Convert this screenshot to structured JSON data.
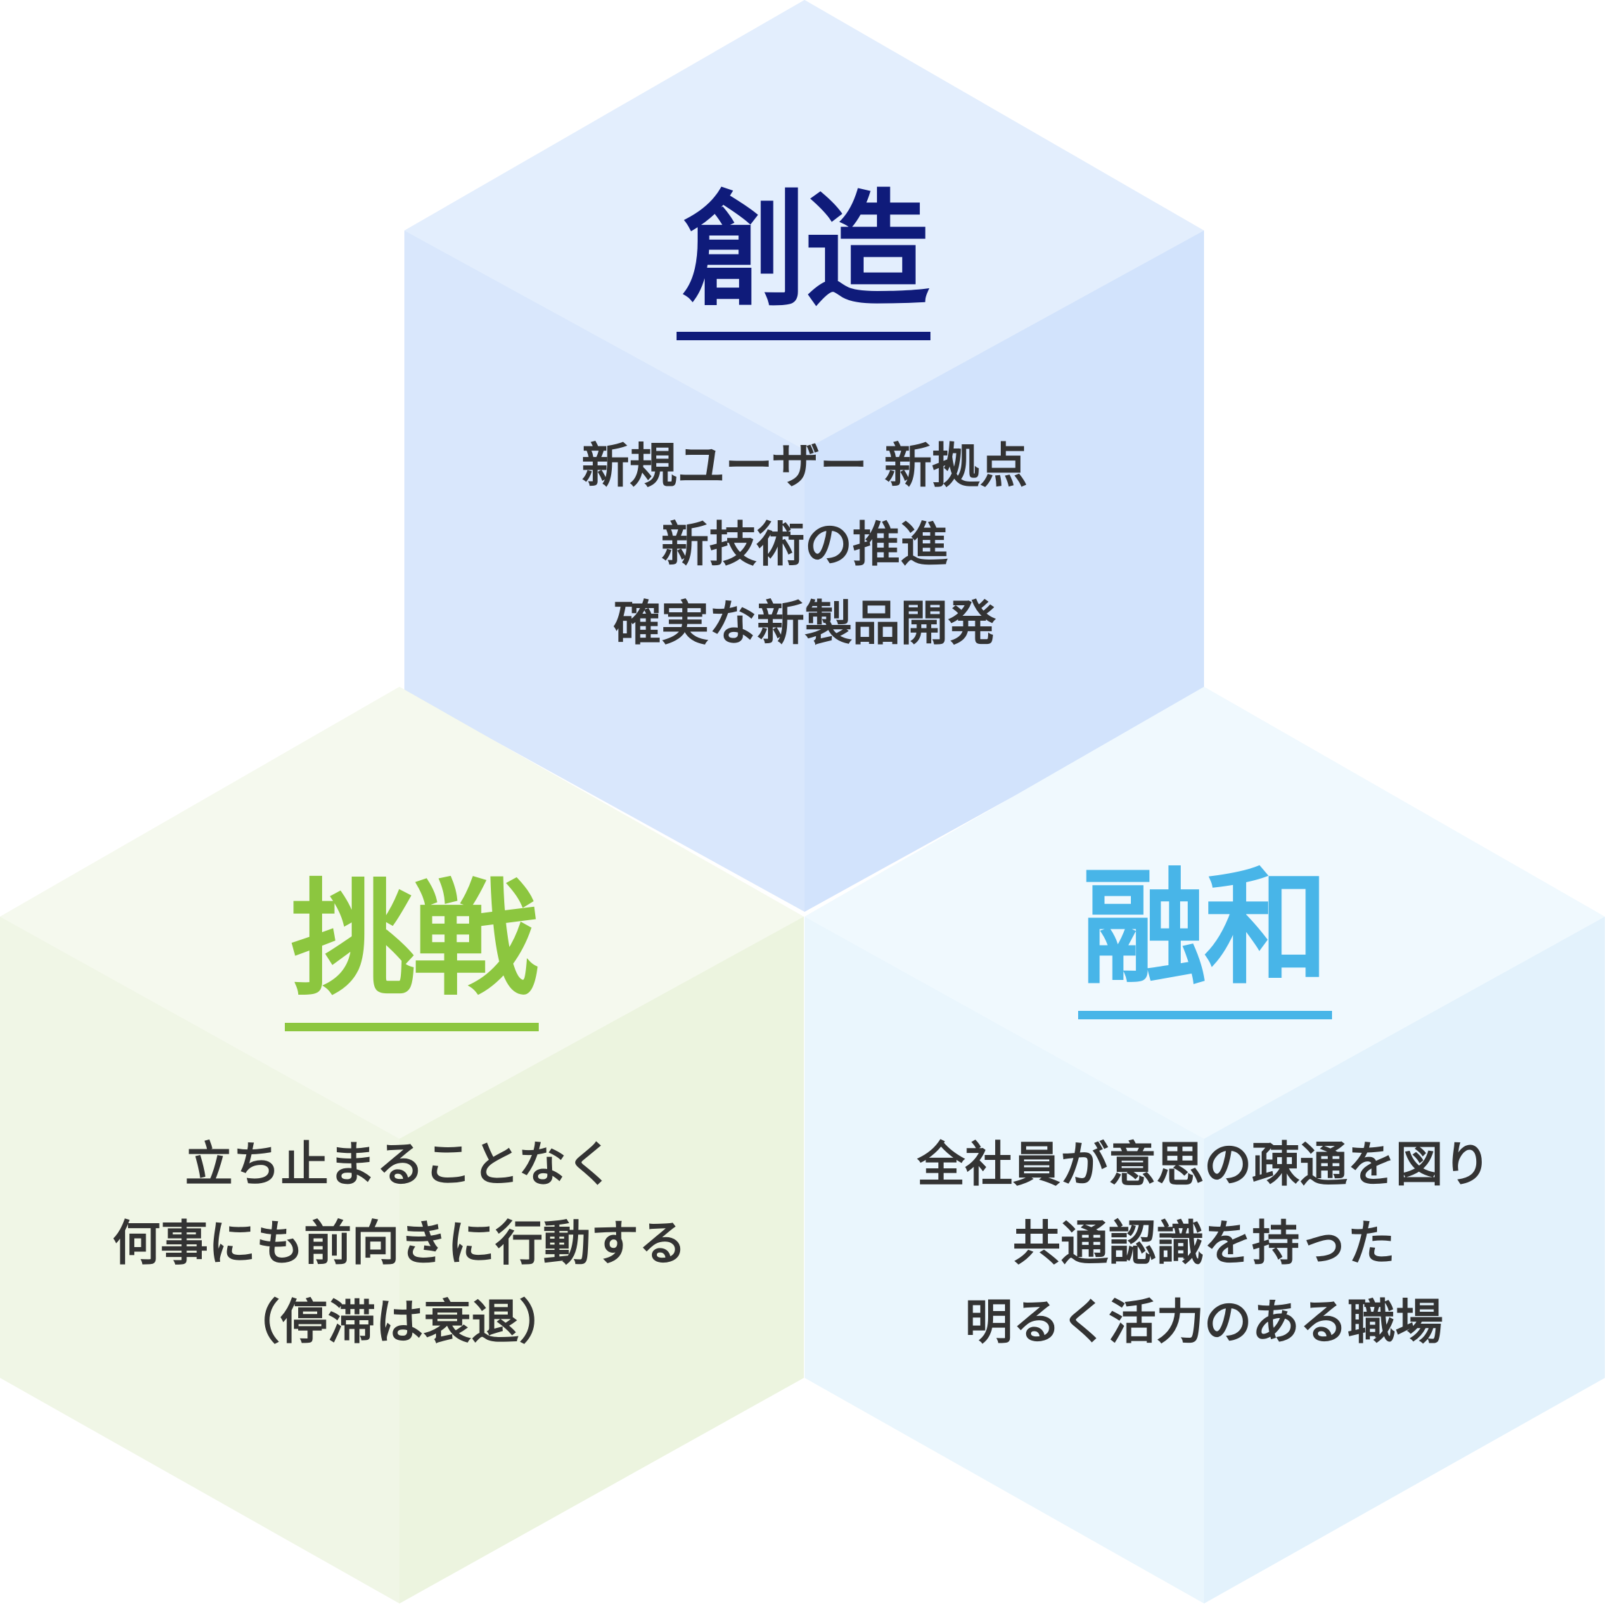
{
  "values": [
    {
      "title": "創造",
      "color": "#0f1b7a",
      "lines": [
        "新規ユーザー 新拠点",
        "新技術の推進",
        "確実な新製品開発"
      ]
    },
    {
      "title": "挑戦",
      "color": "#8cc63f",
      "lines": [
        "立ち止まることなく",
        "何事にも前向きに行動する",
        "（停滞は衰退）"
      ]
    },
    {
      "title": "融和",
      "color": "#48b5e8",
      "lines": [
        "全社員が意思の疎通を図り",
        "共通認識を持った",
        "明るく活力のある職場"
      ]
    }
  ]
}
